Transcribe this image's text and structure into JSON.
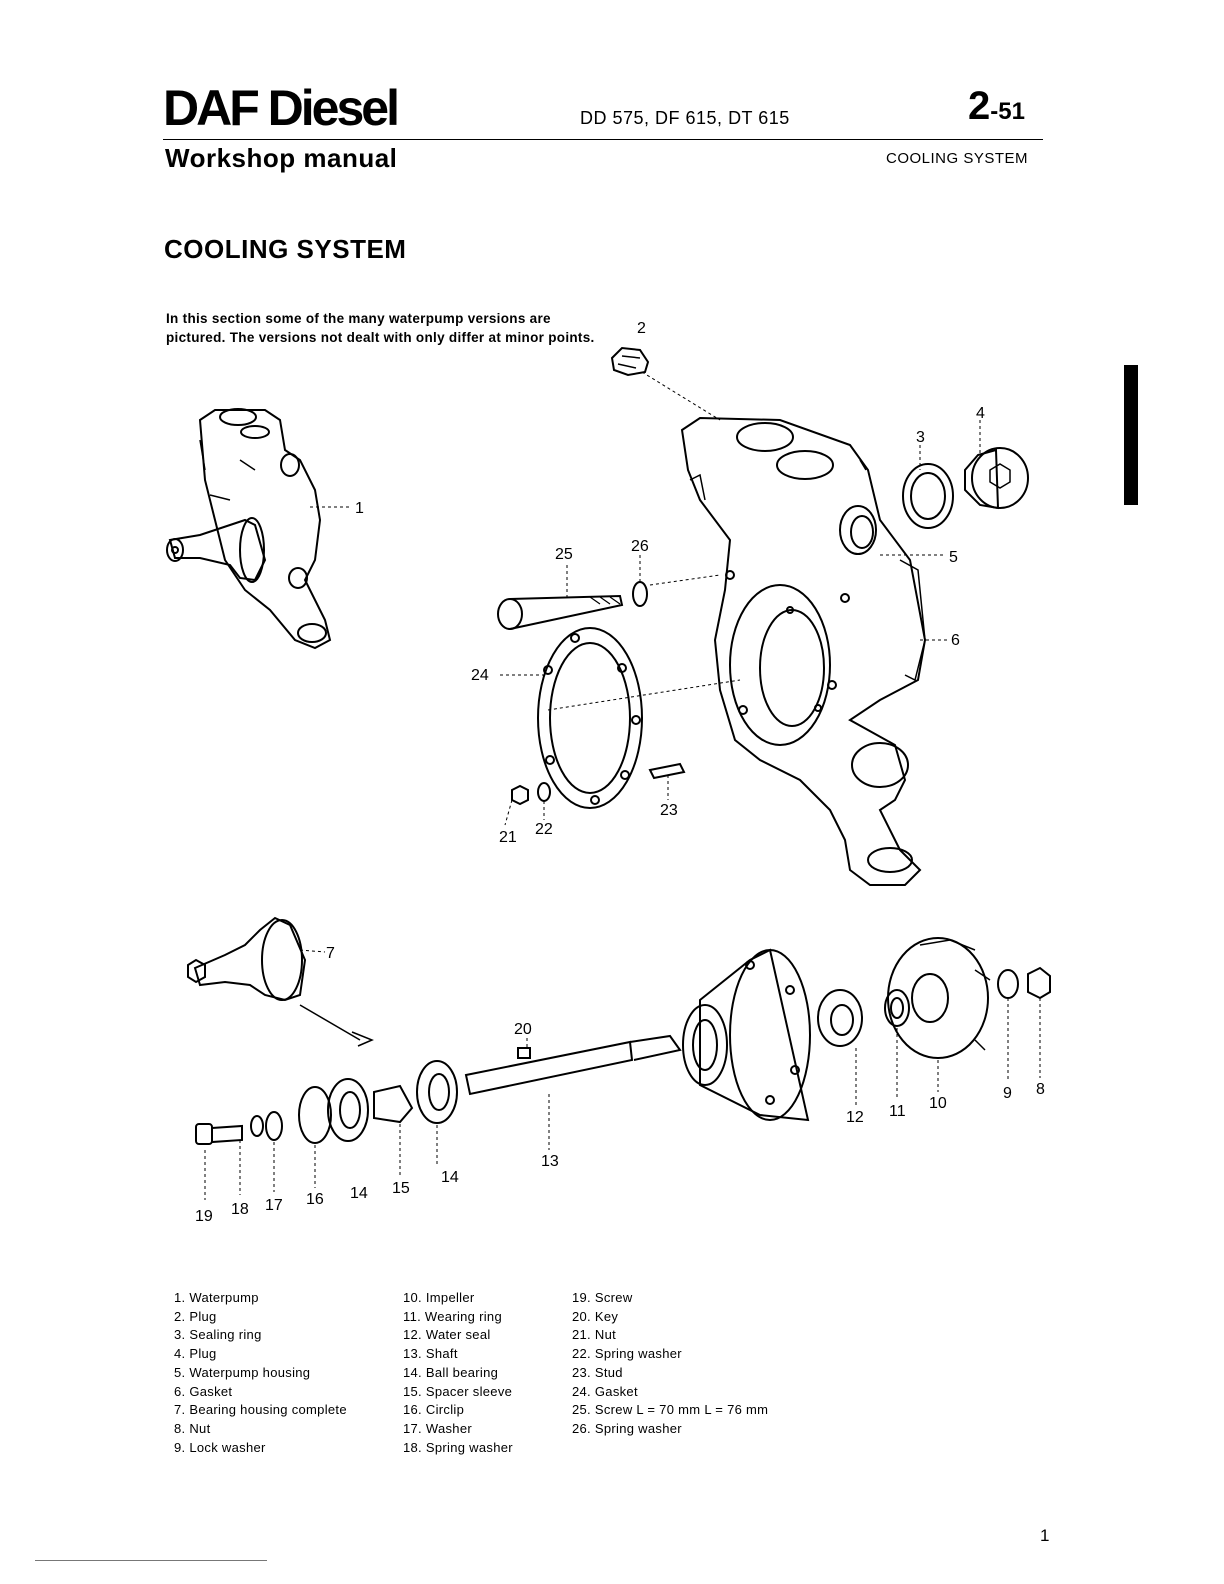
{
  "header": {
    "brand": "DAF Diesel",
    "models": "DD 575, DF 615, DT 615",
    "page_main": "2",
    "page_suffix": "-51",
    "subtitle": "Workshop manual",
    "section": "COOLING SYSTEM"
  },
  "title": "COOLING SYSTEM",
  "intro": "In this section some of the many waterpump versions are pictured. The versions not dealt with only differ at minor points.",
  "callouts": {
    "c1": "1",
    "c2": "2",
    "c3": "3",
    "c4": "4",
    "c5": "5",
    "c6": "6",
    "c7": "7",
    "c8": "8",
    "c9": "9",
    "c10": "10",
    "c11": "11",
    "c12": "12",
    "c13": "13",
    "c14a": "14",
    "c14b": "14",
    "c15": "15",
    "c16": "16",
    "c17": "17",
    "c18": "18",
    "c19": "19",
    "c20": "20",
    "c21": "21",
    "c22": "22",
    "c23": "23",
    "c24": "24",
    "c25": "25",
    "c26": "26"
  },
  "legend": {
    "col1": [
      "1. Waterpump",
      "2. Plug",
      "3. Sealing ring",
      "4. Plug",
      "5. Waterpump housing",
      "6. Gasket",
      "7. Bearing housing complete",
      "8. Nut",
      "9. Lock washer"
    ],
    "col2": [
      "10. Impeller",
      "11. Wearing ring",
      "12. Water seal",
      "13. Shaft",
      "14. Ball bearing",
      "15. Spacer sleeve",
      "16. Circlip",
      "17. Washer",
      "18. Spring washer"
    ],
    "col3": [
      "19. Screw",
      "20. Key",
      "21. Nut",
      "22. Spring washer",
      "23. Stud",
      "24. Gasket",
      "25. Screw L = 70 mm L = 76 mm",
      "26. Spring washer"
    ]
  },
  "footer": {
    "page_number": "1"
  }
}
